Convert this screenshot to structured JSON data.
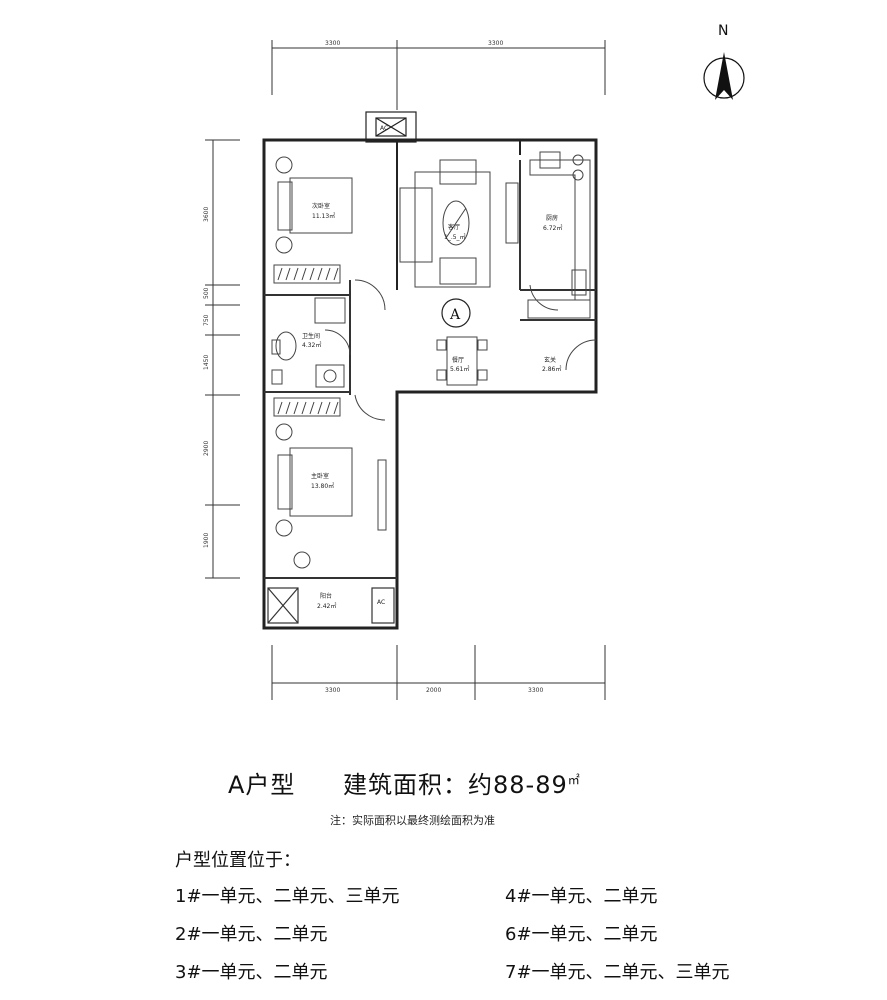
{
  "compass": {
    "label": "N"
  },
  "dimensions": {
    "top": [
      "3300",
      "3300"
    ],
    "bottom": [
      "3300",
      "2000",
      "3300"
    ],
    "left": [
      "3600",
      "500",
      "750",
      "1450",
      "2900",
      "1900"
    ]
  },
  "rooms": {
    "bedroom2": {
      "name": "次卧室",
      "area": "11.13㎡"
    },
    "living": {
      "name": "客厅",
      "area": "1_.5_㎡"
    },
    "kitchen": {
      "name": "厨房",
      "area": "6.72㎡"
    },
    "bath": {
      "name": "卫生间",
      "area": "4.32㎡"
    },
    "dining": {
      "name": "餐厅",
      "area": "5.61㎡"
    },
    "entry": {
      "name": "玄关",
      "area": "2.86㎡"
    },
    "master": {
      "name": "主卧室",
      "area": "13.80㎡"
    },
    "balcony": {
      "name": "阳台",
      "area": "2.42㎡"
    }
  },
  "markers": {
    "unit_marker": "A",
    "ac1": "AC",
    "ac2": "AC"
  },
  "title": {
    "type": "A户型",
    "area_label": "建筑面积：约88-89",
    "area_unit": "㎡"
  },
  "note": "注：实际面积以最终测绘面积为准",
  "location": {
    "heading": "户型位置位于：",
    "items": [
      "1#一单元、二单元、三单元",
      "4#一单元、二单元",
      "2#一单元、二单元",
      "6#一单元、二单元",
      "3#一单元、二单元",
      "7#一单元、二单元、三单元"
    ]
  }
}
